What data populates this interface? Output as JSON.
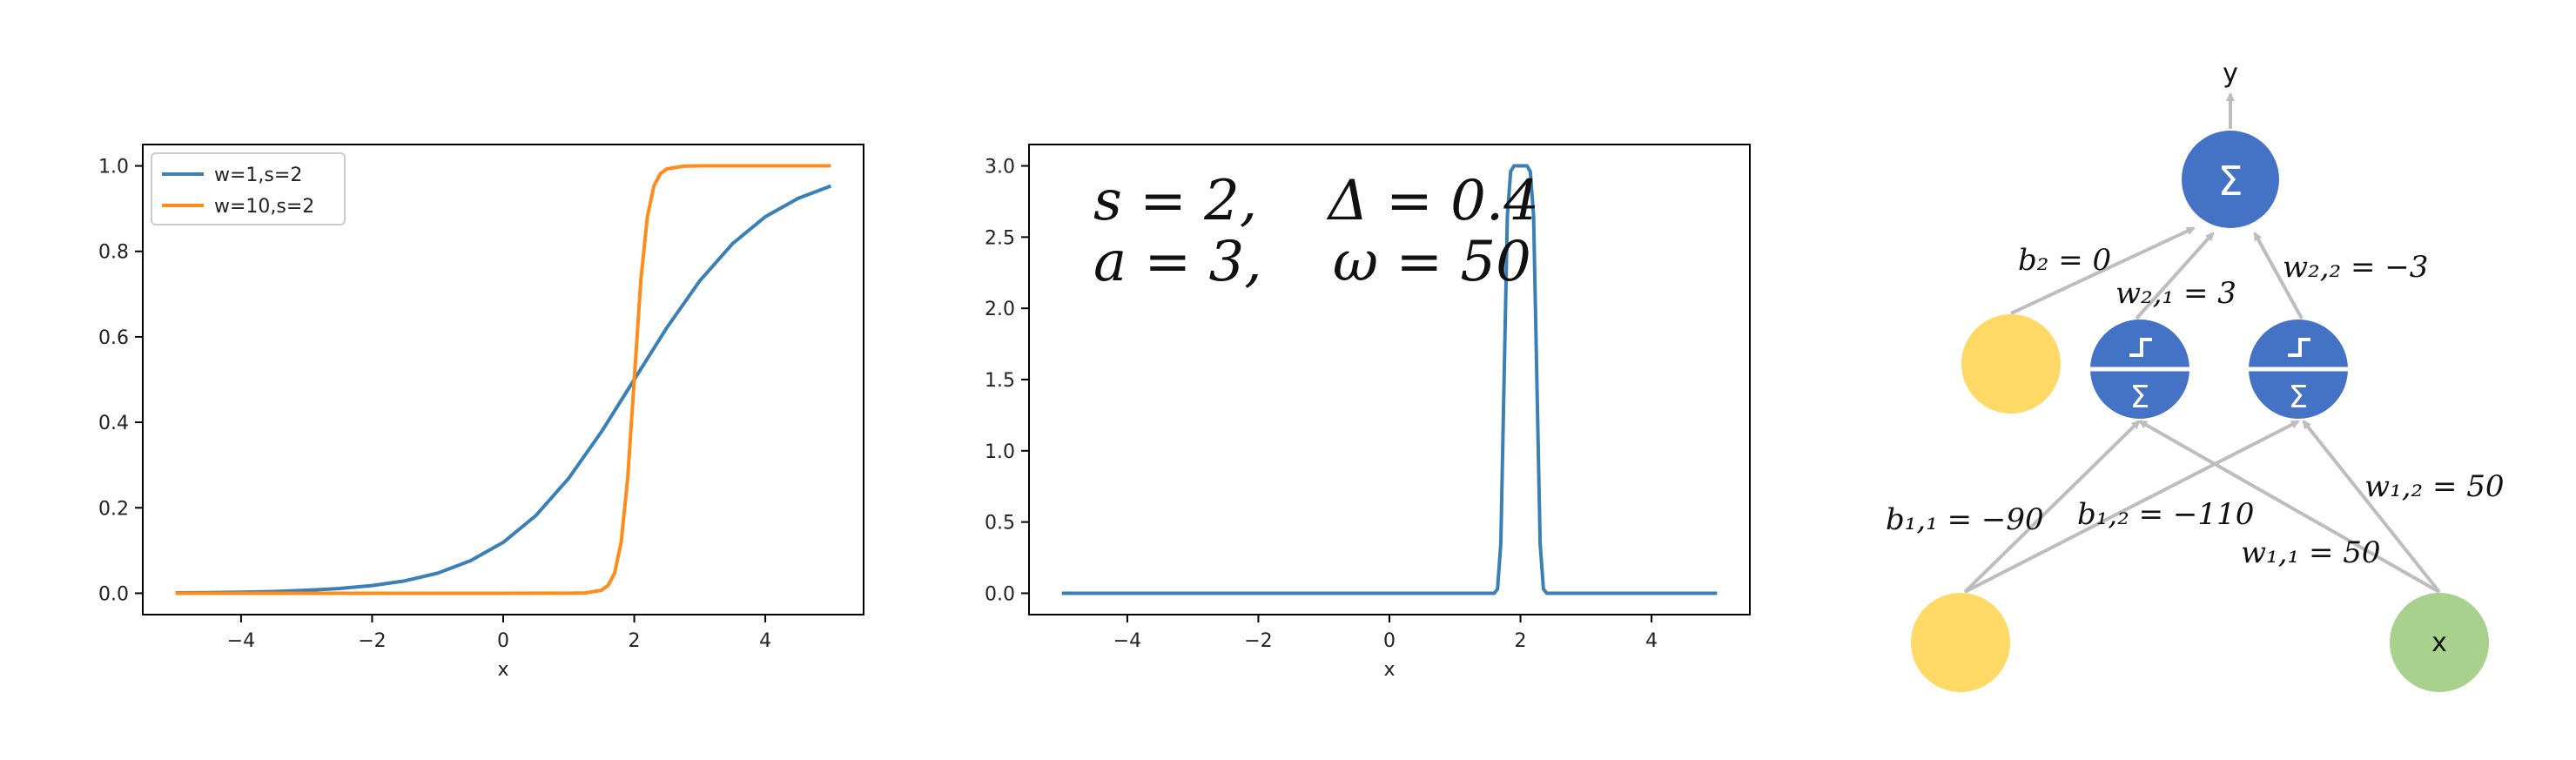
{
  "chart_data": [
    {
      "type": "line",
      "xlabel": "x",
      "ylabel": "",
      "xlim": [
        -5.5,
        5.5
      ],
      "ylim": [
        -0.05,
        1.05
      ],
      "xticks": [
        -4,
        -2,
        0,
        2,
        4
      ],
      "yticks": [
        0.0,
        0.2,
        0.4,
        0.6,
        0.8,
        1.0
      ],
      "xtick_labels": [
        "−4",
        "−2",
        "0",
        "2",
        "4"
      ],
      "ytick_labels": [
        "0.0",
        "0.2",
        "0.4",
        "0.6",
        "0.8",
        "1.0"
      ],
      "legend_position": "top-left",
      "series": [
        {
          "name": "w=1,s=2",
          "color": "#3a7fb5",
          "x": [
            -5,
            -4.5,
            -4,
            -3.5,
            -3,
            -2.5,
            -2,
            -1.5,
            -1,
            -0.5,
            0,
            0.5,
            1,
            1.5,
            2,
            2.5,
            3,
            3.5,
            4,
            4.5,
            5
          ],
          "y": [
            0.001,
            0.0015,
            0.0025,
            0.004,
            0.007,
            0.011,
            0.018,
            0.029,
            0.047,
            0.076,
            0.119,
            0.182,
            0.269,
            0.378,
            0.5,
            0.622,
            0.731,
            0.818,
            0.881,
            0.924,
            0.953
          ]
        },
        {
          "name": "w=10,s=2",
          "color": "#ff8c1a",
          "x": [
            -5,
            -1,
            0,
            1,
            1.25,
            1.5,
            1.6,
            1.7,
            1.8,
            1.9,
            2.0,
            2.1,
            2.2,
            2.3,
            2.4,
            2.5,
            2.75,
            3,
            4,
            5
          ],
          "y": [
            0,
            0,
            0,
            0.0001,
            0.0006,
            0.007,
            0.018,
            0.047,
            0.119,
            0.269,
            0.5,
            0.731,
            0.881,
            0.953,
            0.982,
            0.993,
            0.9994,
            1,
            1,
            1
          ]
        }
      ]
    },
    {
      "type": "line",
      "xlabel": "x",
      "ylabel": "",
      "xlim": [
        -5.5,
        5.5
      ],
      "ylim": [
        -0.15,
        3.15
      ],
      "xticks": [
        -4,
        -2,
        0,
        2,
        4
      ],
      "yticks": [
        0.0,
        0.5,
        1.0,
        1.5,
        2.0,
        2.5,
        3.0
      ],
      "xtick_labels": [
        "−4",
        "−2",
        "0",
        "2",
        "4"
      ],
      "ytick_labels": [
        "0.0",
        "0.5",
        "1.0",
        "1.5",
        "2.0",
        "2.5",
        "3.0"
      ],
      "annotation_lines": [
        "s = 2,    Δ = 0.4",
        "a = 3,    ω = 50"
      ],
      "series": [
        {
          "color": "#3a7fb5",
          "x": [
            -5,
            1.6,
            1.65,
            1.7,
            1.75,
            1.8,
            1.85,
            1.9,
            1.95,
            2.0,
            2.05,
            2.1,
            2.15,
            2.2,
            2.25,
            2.3,
            2.35,
            2.4,
            5
          ],
          "y": [
            0,
            0,
            0.03,
            0.35,
            1.5,
            2.65,
            2.96,
            3.0,
            3.0,
            3.0,
            3.0,
            3.0,
            2.96,
            2.65,
            1.5,
            0.35,
            0.03,
            0,
            0
          ]
        }
      ]
    }
  ],
  "network": {
    "output_label": "y",
    "sum_symbol": "Σ",
    "step_symbol": "⌐",
    "input_label": "x",
    "edges": {
      "b2": "b₂ = 0",
      "w21": "w₂,₁ = 3",
      "w22": "w₂,₂ = −3",
      "b11": "b₁,₁ = −90",
      "b12": "b₁,₂ = −110",
      "w11": "w₁,₁ = 50",
      "w12": "w₁,₂ = 50"
    },
    "colors": {
      "neuron": "#4472c4",
      "bias": "#ffd966",
      "input": "#a9d18e",
      "edge": "#bdbdbd"
    }
  }
}
